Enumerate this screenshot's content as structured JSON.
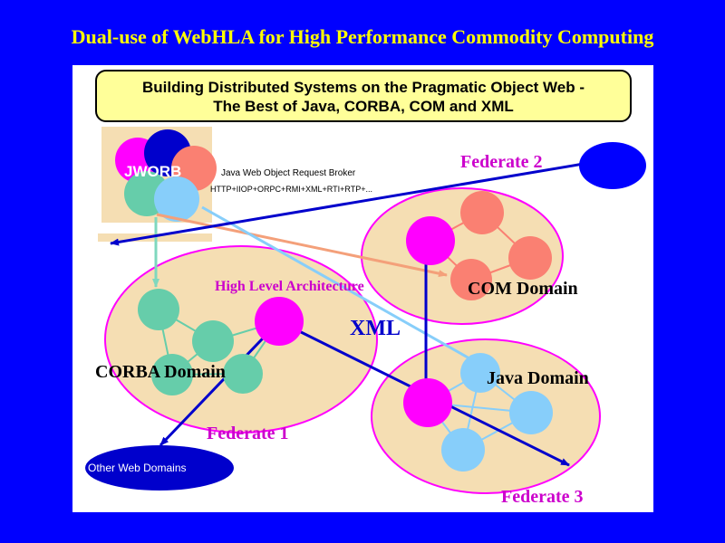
{
  "slide_title": "Dual-use of WebHLA for High Performance Commodity Computing",
  "banner": {
    "line1": "Building Distributed Systems on the Pragmatic Object Web -",
    "line2": "The Best of Java, CORBA, COM and XML"
  },
  "jworb": {
    "label": "JWORB",
    "description": "Java Web Object Request Broker",
    "protocols": "HTTP+IIOP+ORPC+RMI+XML+RTI+RTP+..."
  },
  "labels": {
    "federate1": "Federate 1",
    "federate2": "Federate 2",
    "federate3": "Federate 3",
    "hla": "High Level Architecture",
    "com_domain": "COM Domain",
    "corba_domain": "CORBA Domain",
    "java_domain": "Java Domain",
    "xml": "XML",
    "other_domains": "Other Web Domains"
  },
  "colors": {
    "background": "#0000ff",
    "title": "#ffff00",
    "federate_fill": "#f5deb3",
    "federate_border": "#ff00ff",
    "federate_label": "#cc00cc",
    "hub": "#ff00ff",
    "com_node": "#fa8072",
    "corba_node": "#66cdaa",
    "java_node": "#87cefa",
    "arrow": "#0000cc"
  }
}
